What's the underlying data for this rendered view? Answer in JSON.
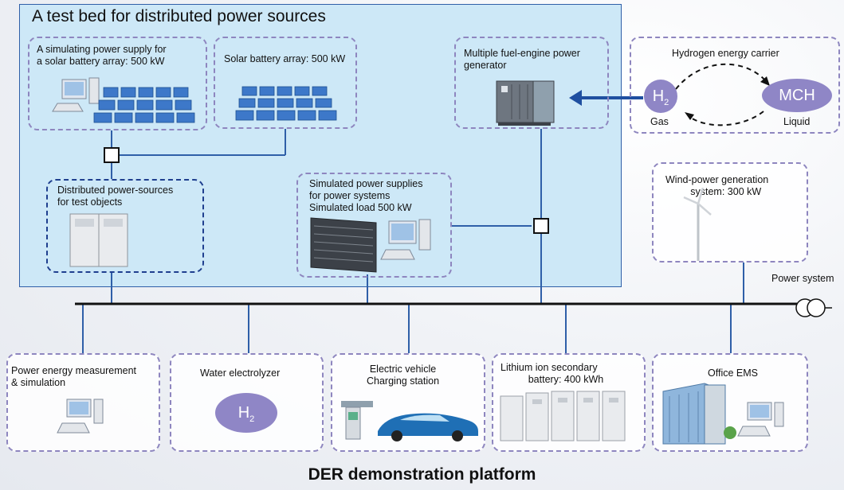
{
  "testbed": {
    "title": "A test bed for distributed power sources"
  },
  "boxes": {
    "sim_supply": "A simulating power supply for\na solar battery array: 500 kW",
    "solar": "Solar battery array: 500 kW",
    "multi_fuel": "Multiple fuel-engine power\ngenerator",
    "hydrogen": "Hydrogen energy carrier",
    "h2_gas": "Gas",
    "mch_liquid": "Liquid",
    "mch": "MCH",
    "distributed": "Distributed power-sources\nfor test objects",
    "simulated": "Simulated power supplies\nfor power systems\nSimulated load 500 kW",
    "wind": "Wind-power generation\n         system: 300 kW",
    "power_system": "Power system",
    "bottom": {
      "measure": "Power energy measurement\n& simulation",
      "electrolyzer": "Water electrolyzer",
      "ev": "Electric vehicle\nCharging station",
      "lithium": "Lithium ion secondary\n          battery: 400 kWh",
      "office": "Office EMS"
    }
  },
  "h2_symbol": "H",
  "h2_sub": "2",
  "caption": "DER demonstration platform",
  "colors": {
    "testbed_bg": "#cde8f7",
    "line": "#2f5fa8",
    "dash": "#8e86bf",
    "bubble": "#8f86c6",
    "arrow": "#1f4fa0"
  }
}
